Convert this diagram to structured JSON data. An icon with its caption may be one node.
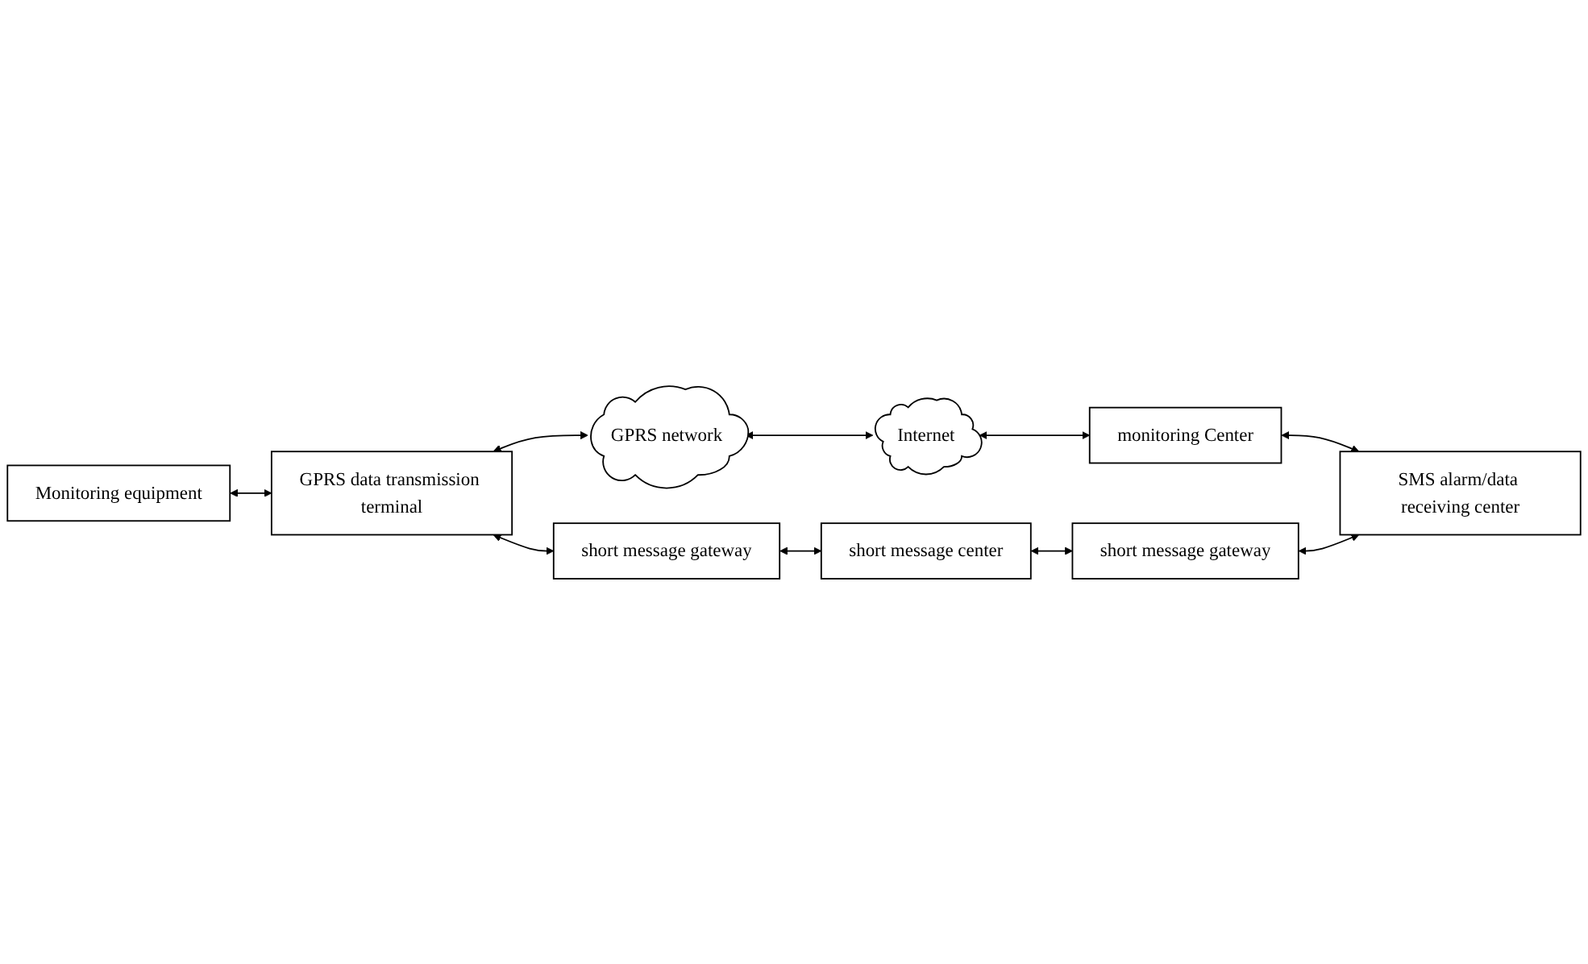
{
  "diagram": {
    "nodes": [
      {
        "text": [
          "Monitoring equipment"
        ]
      },
      {
        "text": [
          "GPRS data transmission terminal"
        ]
      },
      {
        "text": [
          "GPRS network"
        ]
      },
      {
        "text": [
          "Internet"
        ]
      },
      {
        "text": [
          "monitoring Center"
        ]
      },
      {
        "text": [
          "short message gateway"
        ]
      },
      {
        "text": [
          "short message center"
        ]
      },
      {
        "text": [
          "short message gateway"
        ]
      },
      {
        "text": [
          "SMS alarm/data receiving center"
        ]
      }
    ],
    "edges": [
      {
        "from": 0,
        "to": 1,
        "arrow": "both"
      },
      {
        "from": 1,
        "to": 2,
        "arrow": "both"
      },
      {
        "from": 2,
        "to": 3,
        "arrow": "both"
      },
      {
        "from": 3,
        "to": 4,
        "arrow": "both"
      },
      {
        "from": 1,
        "to": 5,
        "arrow": "both"
      },
      {
        "from": 4,
        "to": 8,
        "arrow": "both"
      },
      {
        "from": 5,
        "to": 6,
        "arrow": "both"
      },
      {
        "from": 6,
        "to": 7,
        "arrow": "both"
      },
      {
        "from": 7,
        "to": 8,
        "arrow": "both"
      }
    ]
  }
}
